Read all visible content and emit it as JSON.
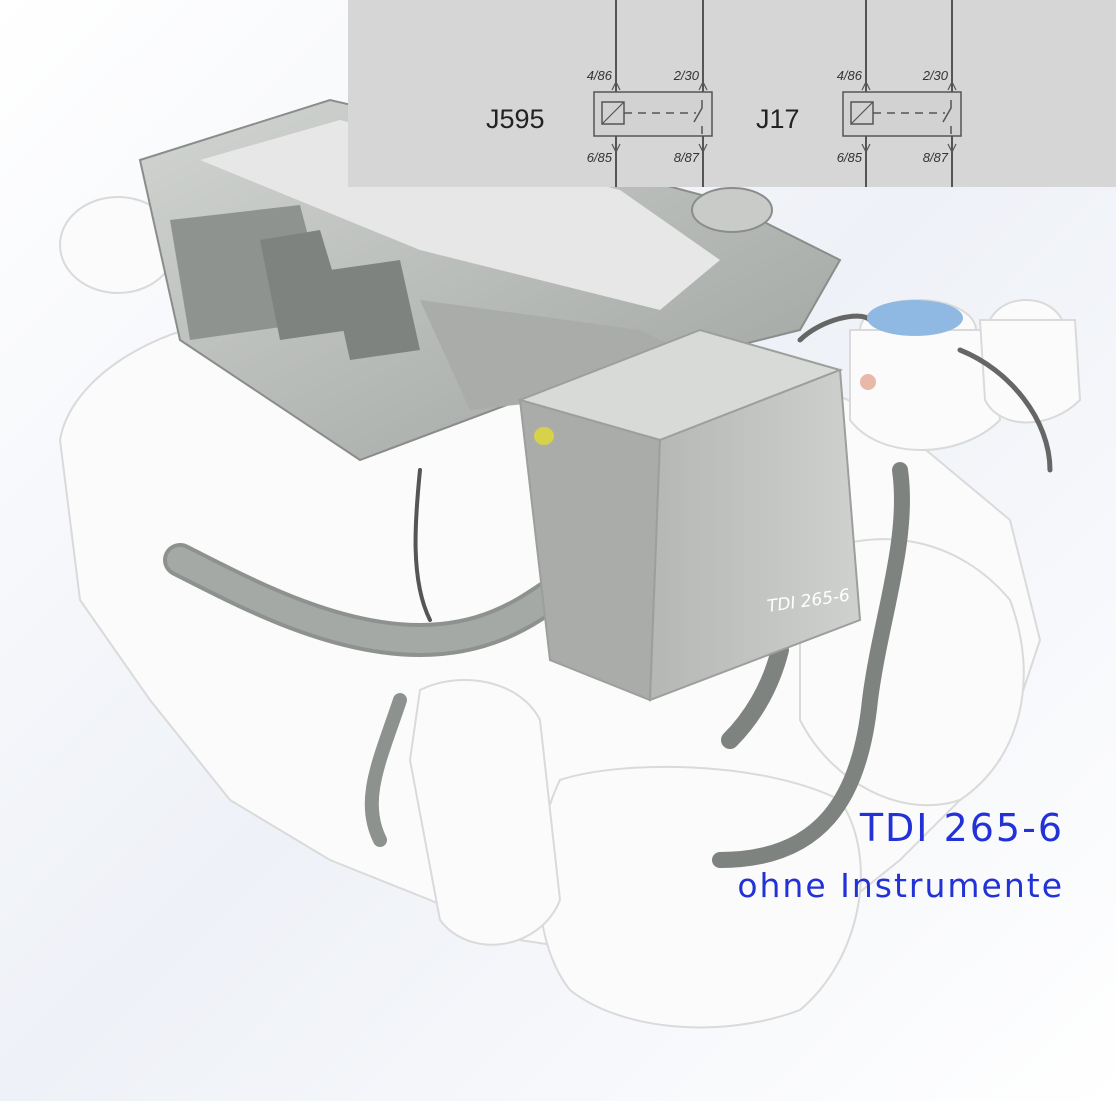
{
  "title": "TDI 265-6",
  "subtitle": "ohne Instrumente",
  "cover_marking": "TDI 265-6",
  "schematic": {
    "relays": [
      {
        "name": "J595",
        "pins": {
          "top_left": "4/86",
          "top_right": "2/30",
          "bottom_left": "6/85",
          "bottom_right": "8/87"
        }
      },
      {
        "name": "J17",
        "pins": {
          "top_left": "4/86",
          "top_right": "2/30",
          "bottom_left": "6/85",
          "bottom_right": "8/87"
        }
      }
    ]
  },
  "colors": {
    "title": "#2232d6",
    "schematic_bg": "#d6d6d6",
    "wire": "#555555",
    "engine_cover": "#bfc2bf",
    "ghost_parts": "#ffffff"
  }
}
